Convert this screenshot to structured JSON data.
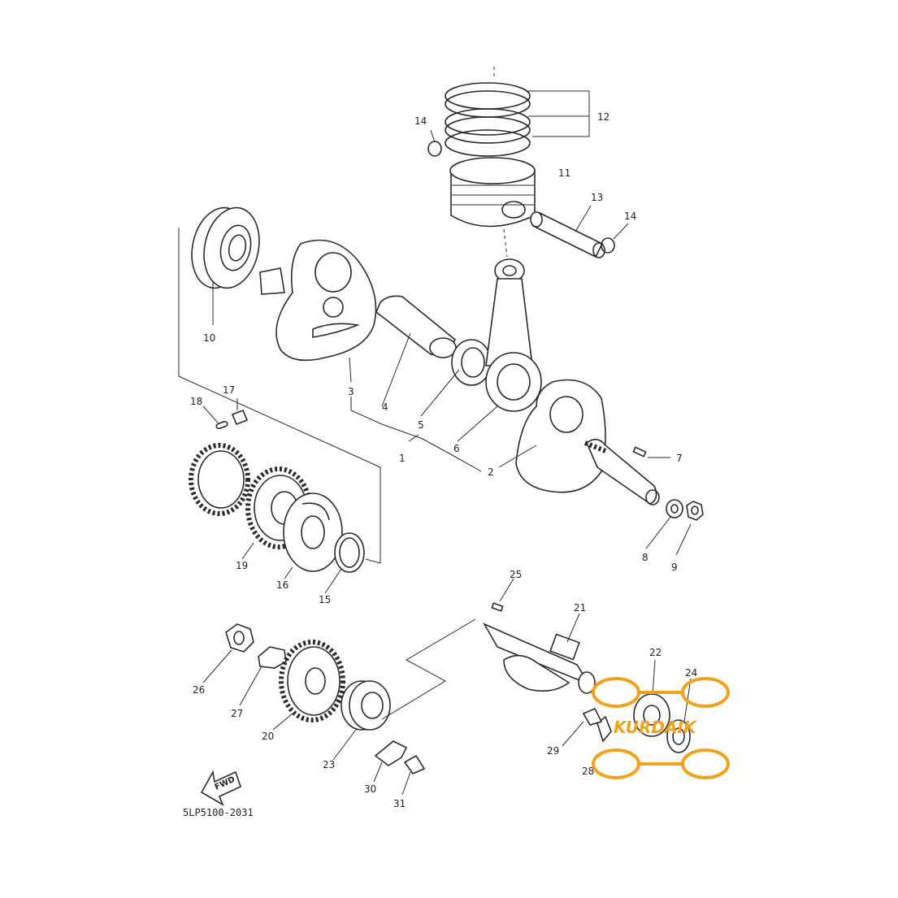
{
  "diagram": {
    "catalog_code": "5LP5100-2031",
    "fwd_label": "FWD",
    "watermark_text": "KURDAIK",
    "callouts": [
      "1",
      "2",
      "3",
      "4",
      "5",
      "6",
      "7",
      "8",
      "9",
      "10",
      "11",
      "12",
      "13",
      "14",
      "14",
      "15",
      "16",
      "17",
      "18",
      "19",
      "20",
      "21",
      "22",
      "23",
      "24",
      "25",
      "26",
      "27",
      "28",
      "29",
      "30",
      "31"
    ]
  },
  "colors": {
    "line": "#2a2a2a",
    "watermark": "#f0a21b",
    "background": "#ffffff"
  }
}
